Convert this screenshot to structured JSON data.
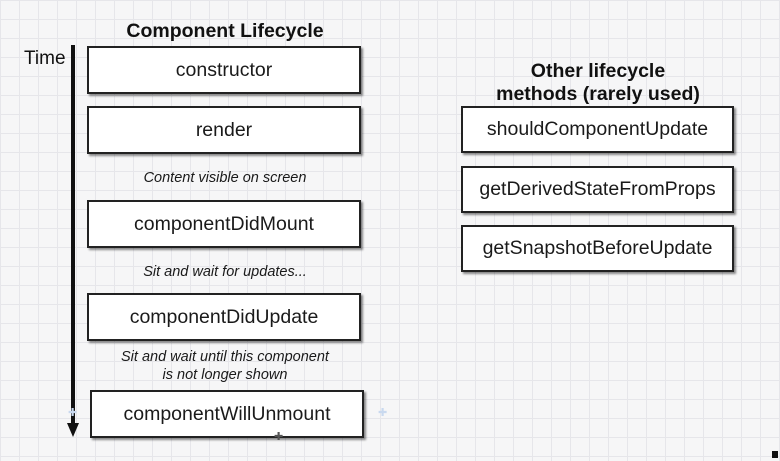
{
  "lifecycle": {
    "title": "Component Lifecycle",
    "time_label": "Time",
    "boxes": [
      "constructor",
      "render",
      "componentDidMount",
      "componentDidUpdate",
      "componentWillUnmount"
    ],
    "notes": [
      "Content visible on screen",
      "Sit and wait for updates...",
      "Sit and wait until this component",
      "is not longer shown"
    ]
  },
  "other": {
    "title_line1": "Other lifecycle",
    "title_line2": "methods (rarely used)",
    "boxes": [
      "shouldComponentUpdate",
      "getDerivedStateFromProps",
      "getSnapshotBeforeUpdate"
    ]
  }
}
